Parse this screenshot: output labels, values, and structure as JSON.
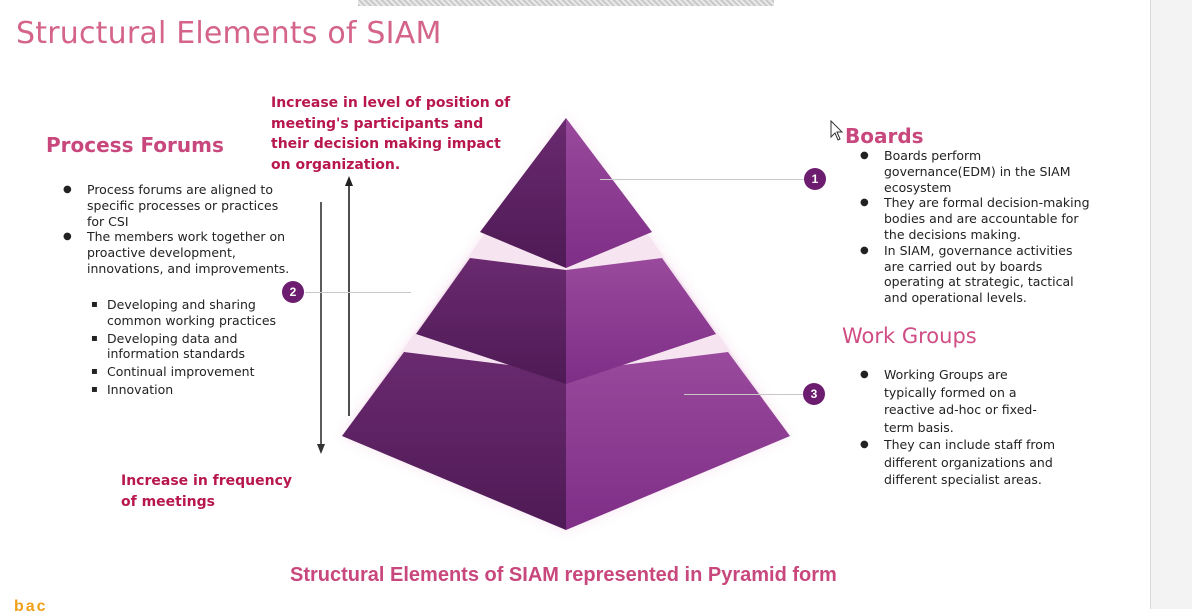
{
  "title": "Structural Elements of SIAM",
  "caption": "Structural Elements of SIAM represented in Pyramid form",
  "left_arrow_note": "Increase in level of position  of meeting's participants  and their decision making impact on organization.",
  "bottom_arrow_note": "Increase in frequency of meetings",
  "process_forums": {
    "heading": "Process Forums",
    "bullets": [
      "Process forums are aligned to specific processes or practices for CSI",
      "The members work together on proactive development, innovations, and improvements."
    ],
    "sub_bullets": [
      "Developing and sharing common working practices",
      "Developing data and information standards",
      "Continual improvement",
      "Innovation"
    ]
  },
  "boards": {
    "heading": "Boards",
    "bullets": [
      "Boards perform governance(EDM) in the SIAM ecosystem",
      "They are formal decision-making bodies and are accountable for  the  decisions making.",
      "In SIAM, governance activities are carried out by boards operating at strategic, tactical and operational levels."
    ]
  },
  "work_groups": {
    "heading": "Work Groups",
    "bullets": [
      "Working Groups are  typically formed on a reactive ad-hoc or fixed-term basis.",
      "They can include  staff from different organizations and different specialist areas."
    ]
  },
  "badges": {
    "one": "1",
    "two": "2",
    "three": "3"
  },
  "colors": {
    "pyramid_dark": "#5a1f60",
    "pyramid_light": "#8a3c8e",
    "accent": "#c8477c",
    "badge": "#6d1d6f"
  },
  "logo_text": "bac"
}
